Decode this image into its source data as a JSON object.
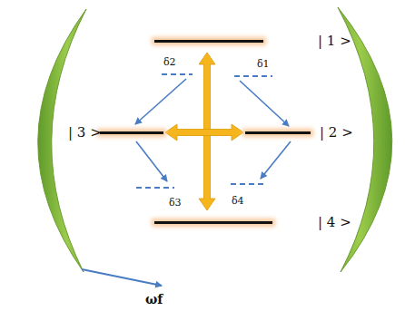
{
  "diagram": {
    "nodes": [
      {
        "text": [
          "| 1 >"
        ]
      },
      {
        "text": [
          "| 3 >"
        ]
      },
      {
        "text": [
          "| 2 >"
        ]
      },
      {
        "text": [
          "| 4 >"
        ]
      }
    ],
    "edges": [
      {
        "from": 0,
        "to": 3,
        "arrow": "both"
      },
      {
        "from": 1,
        "to": 2,
        "arrow": "both"
      }
    ],
    "labels": [
      "δ2",
      "δ1",
      "δ3",
      "δ4",
      "ωf"
    ]
  }
}
